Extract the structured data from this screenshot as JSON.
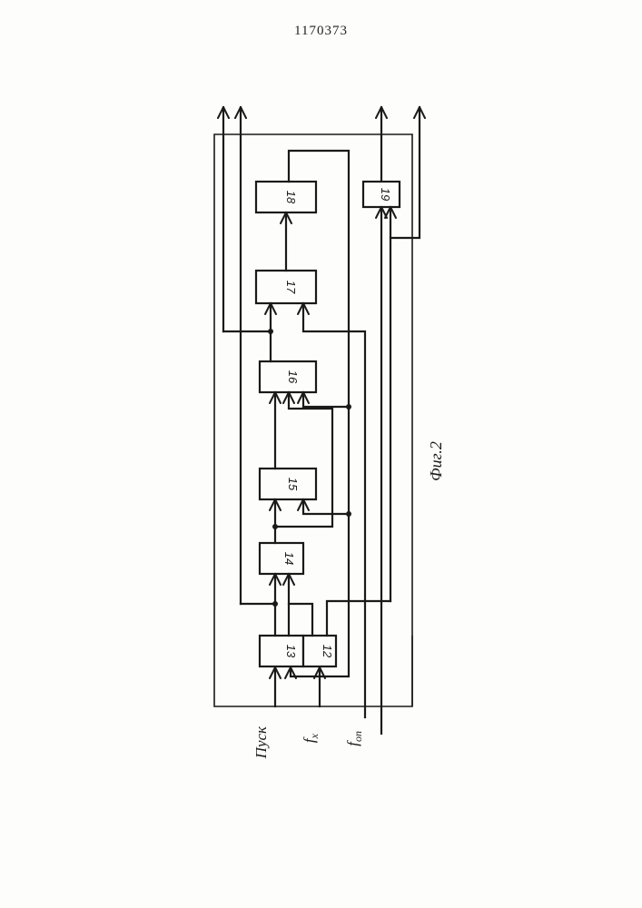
{
  "document": {
    "number": "1170373"
  },
  "diagram": {
    "blocks": [
      {
        "id": "b12",
        "label": "12"
      },
      {
        "id": "b13",
        "label": "13"
      },
      {
        "id": "b14",
        "label": "14"
      },
      {
        "id": "b15",
        "label": "15"
      },
      {
        "id": "b16",
        "label": "16"
      },
      {
        "id": "b17",
        "label": "17"
      },
      {
        "id": "b18",
        "label": "18"
      },
      {
        "id": "b19",
        "label": "19"
      }
    ],
    "inputs": {
      "start": "Пуск",
      "fx": "f",
      "fx_sub": "x",
      "fref": "f",
      "fref_sub": "оп"
    },
    "figure_caption": "Фиг.2"
  }
}
